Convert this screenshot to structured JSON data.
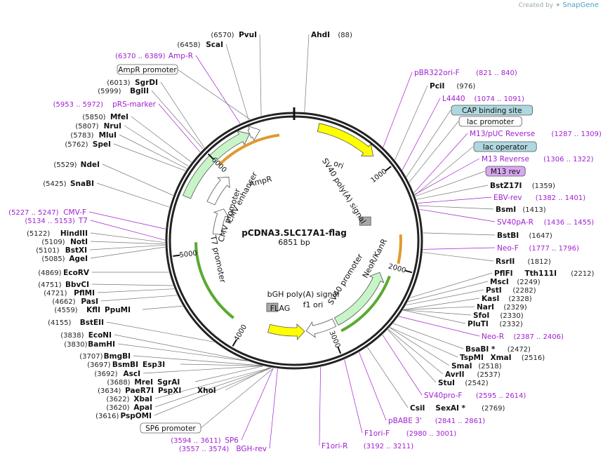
{
  "credit": {
    "prefix": "Created by",
    "brand": "SnapGene"
  },
  "plasmid": {
    "name": "pCDNA3.SLC17A1-flag",
    "size_label": "6851 bp",
    "length": 6851
  },
  "ticks": [
    {
      "label": "1000",
      "pos": 1000
    },
    {
      "label": "2000",
      "pos": 2000
    },
    {
      "label": "3000",
      "pos": 3000
    },
    {
      "label": "4000",
      "pos": 4000
    },
    {
      "label": "5000",
      "pos": 5000
    },
    {
      "label": "6000",
      "pos": 6000
    }
  ],
  "features": [
    {
      "name": "AmpR",
      "start": 5560,
      "end": 6420,
      "color": "#c8f5c8",
      "dir": "cw",
      "ring": 165
    },
    {
      "name": "AmpR promoter",
      "start": 6420,
      "end": 6525,
      "color": "#ffffff",
      "dir": "cw",
      "ring": 165
    },
    {
      "name": "ori",
      "start": 230,
      "end": 820,
      "color": "#ffff00",
      "dir": "cw",
      "ring": 165
    },
    {
      "name": "f1 ori",
      "start": 3300,
      "end": 3730,
      "color": "#ffff00",
      "dir": "ccw",
      "ring": 130
    },
    {
      "name": "SV40 promoter",
      "start": 2930,
      "end": 3280,
      "color": "#ffffff",
      "dir": "cw",
      "ring": 130
    },
    {
      "name": "NeoR/KanR",
      "start": 2100,
      "end": 2900,
      "color": "#c8f5c8",
      "dir": "ccw",
      "ring": 130
    },
    {
      "name": "CMV enhancer",
      "start": 5600,
      "end": 5980,
      "color": "#ffffff",
      "dir": "cw",
      "ring": 130
    },
    {
      "name": "CMV promoter",
      "start": 5230,
      "end": 5600,
      "color": "#ffffff",
      "dir": "cw",
      "ring": 110
    }
  ],
  "feature_labels": [
    {
      "text": "AmpR"
    },
    {
      "text": "ori"
    },
    {
      "text": "SV40 poly(A) signal"
    },
    {
      "text": "CMV enhancer"
    },
    {
      "text": "CMV promoter"
    },
    {
      "text": "T7 promoter"
    },
    {
      "text": "NeoR/KanR"
    },
    {
      "text": "SV40 promoter"
    },
    {
      "text": "bGH poly(A) signal"
    },
    {
      "text": "FLAG"
    },
    {
      "text": "f1 ori"
    }
  ],
  "left_labels": [
    {
      "pos": "(6570)",
      "name": "PvuI"
    },
    {
      "pos": "(6458)",
      "name": "ScaI"
    },
    {
      "pos": "(6370 .. 6389)",
      "name": "Amp-R",
      "primer": true
    },
    {
      "box": "AmpR promoter"
    },
    {
      "pos": "(6013)",
      "name": "SgrDI"
    },
    {
      "pos": "(5999)",
      "name": "BglII"
    },
    {
      "pos": "(5953 .. 5972)",
      "name": "pRS-marker",
      "primer": true
    },
    {
      "pos": "(5850)",
      "name": "MfeI"
    },
    {
      "pos": "(5807)",
      "name": "NruI"
    },
    {
      "pos": "(5783)",
      "name": "MluI"
    },
    {
      "pos": "(5762)",
      "name": "SpeI"
    },
    {
      "pos": "(5529)",
      "name": "NdeI"
    },
    {
      "pos": "(5425)",
      "name": "SnaBI"
    },
    {
      "pos": "(5227 .. 5247)",
      "name": "CMV-F",
      "primer": true
    },
    {
      "pos": "(5134 .. 5153)",
      "name": "T7",
      "primer": true
    },
    {
      "pos": "(5122)",
      "name": "HindIII"
    },
    {
      "pos": "(5109)",
      "name": "NotI"
    },
    {
      "pos": "(5101)",
      "name": "BstXI"
    },
    {
      "pos": "(5085)",
      "name": "AgeI"
    },
    {
      "pos": "(4869)",
      "name": "EcoRV"
    },
    {
      "pos": "(4751)",
      "name": "BbvCI"
    },
    {
      "pos": "(4721)",
      "name": "PflMI"
    },
    {
      "pos": "(4662)",
      "name": "PasI"
    },
    {
      "pos": "(4559)",
      "name": "KflI",
      "extra": "PpuMI"
    },
    {
      "pos": "(4155)",
      "name": "BstEII"
    },
    {
      "pos": "(3838)",
      "name": "EcoNI"
    },
    {
      "pos": "(3830)",
      "name": "BamHI"
    },
    {
      "pos": "(3707)",
      "name": "BmgBI"
    },
    {
      "pos": "(3697)",
      "name": "BsmBI",
      "extra": "Esp3I"
    },
    {
      "pos": "(3692)",
      "name": "AscI"
    },
    {
      "pos": "(3688)",
      "name": "MreI",
      "extra": "SgrAI"
    },
    {
      "pos": "(3634)",
      "name": "PaeR7I",
      "extra": "PspXI",
      "extra2": "XhoI"
    },
    {
      "pos": "(3622)",
      "name": "XbaI"
    },
    {
      "pos": "(3620)",
      "name": "ApaI"
    },
    {
      "pos": "(3616)",
      "name": "PspOMI"
    },
    {
      "box": "SP6 promoter"
    },
    {
      "pos": "(3594 .. 3611)",
      "name": "SP6",
      "primer": true
    },
    {
      "pos": "(3557 .. 3574)",
      "name": "BGH-rev",
      "primer": true
    }
  ],
  "right_labels": [
    {
      "name": "AhdI",
      "pos": "(88)"
    },
    {
      "name": "pBR322ori-F",
      "pos": "(821 .. 840)",
      "primer": true
    },
    {
      "name": "PciI",
      "pos": "(976)"
    },
    {
      "name": "L4440",
      "pos": "(1074 .. 1091)",
      "primer": true
    },
    {
      "box": "CAP binding site",
      "fill": "#aed8e0"
    },
    {
      "box": "lac promoter",
      "fill": "#ffffff"
    },
    {
      "name": "M13/pUC Reverse",
      "pos": "(1287 .. 1309)",
      "primer": true
    },
    {
      "box": "lac operator",
      "fill": "#aed8e0"
    },
    {
      "name": "M13 Reverse",
      "pos": "(1306 .. 1322)",
      "primer": true
    },
    {
      "box": "M13 rev",
      "fill": "#d8a8f0"
    },
    {
      "name": "BstZ17I",
      "pos": "(1359)"
    },
    {
      "name": "EBV-rev",
      "pos": "(1382 .. 1401)",
      "primer": true
    },
    {
      "name": "BsmI",
      "pos": "(1413)"
    },
    {
      "name": "SV40pA-R",
      "pos": "(1436 .. 1455)",
      "primer": true
    },
    {
      "name": "BstBI",
      "pos": "(1647)"
    },
    {
      "name": "Neo-F",
      "pos": "(1777 .. 1796)",
      "primer": true
    },
    {
      "name": "RsrII",
      "pos": "(1812)"
    },
    {
      "name": "PflFI",
      "extra": "Tth111I",
      "pos": "(2212)"
    },
    {
      "name": "MscI",
      "pos": "(2249)"
    },
    {
      "name": "PstI",
      "pos": "(2282)"
    },
    {
      "name": "KasI",
      "pos": "(2328)"
    },
    {
      "name": "NarI",
      "pos": "(2329)"
    },
    {
      "name": "SfoI",
      "pos": "(2330)"
    },
    {
      "name": "PluTI",
      "pos": "(2332)"
    },
    {
      "name": "Neo-R",
      "pos": "(2387 .. 2406)",
      "primer": true
    },
    {
      "name": "BsaBI *",
      "pos": "(2472)"
    },
    {
      "name": "TspMI",
      "extra": "XmaI",
      "pos": "(2516)"
    },
    {
      "name": "SmaI",
      "pos": "(2518)"
    },
    {
      "name": "AvrII",
      "pos": "(2537)"
    },
    {
      "name": "StuI",
      "pos": "(2542)"
    },
    {
      "name": "SV40pro-F",
      "pos": "(2595 .. 2614)",
      "primer": true
    },
    {
      "name": "CsiI",
      "extra": "SexAI *",
      "pos": "(2769)"
    },
    {
      "name": "pBABE 3'",
      "pos": "(2841 .. 2861)",
      "primer": true
    },
    {
      "name": "F1ori-F",
      "pos": "(2980 .. 3001)",
      "primer": true
    },
    {
      "name": "F1ori-R",
      "pos": "(3192 .. 3211)",
      "primer": true
    }
  ]
}
